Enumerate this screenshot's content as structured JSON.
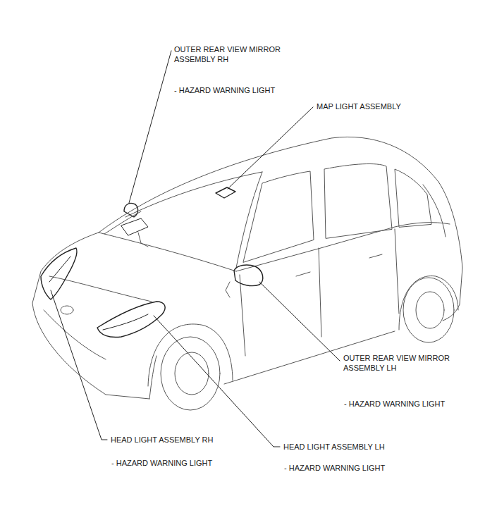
{
  "diagram": {
    "labels": [
      "OUTER REAR VIEW MIRROR ASSEMBLY RH",
      "- HAZARD WARNING LIGHT",
      "MAP LIGHT ASSEMBLY",
      "OUTER REAR VIEW MIRROR ASSEMBLY LH",
      "- HAZARD WARNING LIGHT",
      "HEAD LIGHT ASSEMBLY RH",
      "- HAZARD WARNING LIGHT",
      "HEAD LIGHT ASSEMBLY LH",
      "- HAZARD WARNING LIGHT"
    ]
  }
}
